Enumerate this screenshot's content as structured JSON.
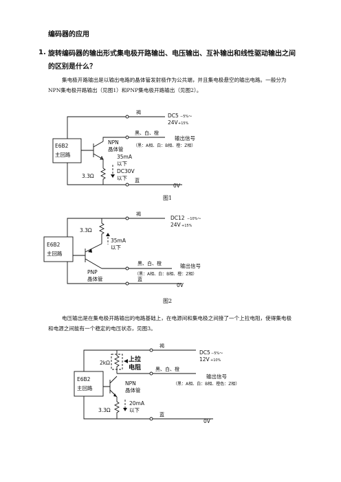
{
  "heading": "编码器的应用",
  "question_number": "1.",
  "question": "旋转编码器的输出形式集电极开路输出、电压输出、互补输出和线性驱动输出之间的区别是什么？",
  "para1": "集电极开路输出是以输出电路的晶体管发射极作为公共端，并且集电极悬空的输出电路。一般分为NPN集电极开路输出（见图1）和PNP集电极开路输出（见图2）。",
  "para2": "电压输出是在集电极开路输出的电路基础上，在电源间和集电极之间接了一个上拉电阻，使得集电极和电源之间能有一个稳定的电压状态，见图3。",
  "fig1": {
    "caption": "图1",
    "wire_brown": "褐",
    "power_main": "DC5",
    "power_tol_lo": "−5%～",
    "power_line2": "24V",
    "power_tol_hi": "+15%",
    "wires_out": "黑、白、橙",
    "output_signal": "输出信号",
    "phase_note": "（黑：A相、白：B相、橙：Z相）",
    "box_line1": "E6B2",
    "box_line2": "主回路",
    "transistor_line1": "NPN",
    "transistor_line2": "晶体管",
    "current_line1": "35mA",
    "current_line2": "以下",
    "voltage_line1": "DC30V",
    "voltage_line2": "以下",
    "resistor": "3.3Ω",
    "wire_blue": "蓝",
    "zero_v": "0V"
  },
  "fig2": {
    "caption": "图2",
    "wire_brown": "褐",
    "power_main": "DC12",
    "power_tol_lo": "−10%～",
    "power_line2": "24V",
    "power_tol_hi": "+15%",
    "resistor": "3.3Ω",
    "current_line1": "35mA",
    "current_line2": "以下",
    "box_line1": "E6B2",
    "box_line2": "主回路",
    "wires_out": "黑、白、橙",
    "output_signal": "输出信号",
    "phase_note": "（黑：A相、白：B相、橙：Z相）",
    "transistor_line1": "PNP",
    "transistor_line2": "晶体管",
    "wire_blue": "蓝",
    "zero_v": "0V"
  },
  "fig3": {
    "wire_brown": "褐",
    "power_main": "DC5",
    "power_tol_lo": "−5%～",
    "power_line2": "12V",
    "power_tol_hi": "+10%",
    "pullup_res": "2kΩ",
    "pullup_line1": "上拉",
    "pullup_line2": "电阻",
    "wires_out": "黑、白、橙",
    "output_signal": "输出信号",
    "phase_note": "（黑：A相、白：B相、橙色：Z相）",
    "box_line1": "E6B2",
    "box_line2": "主回路",
    "transistor_line1": "NPN",
    "transistor_line2": "晶体管",
    "current_line1": "20mA",
    "current_line2": "以下",
    "resistor": "3.3Ω",
    "wire_blue": "蓝",
    "zero_v": "0V"
  }
}
